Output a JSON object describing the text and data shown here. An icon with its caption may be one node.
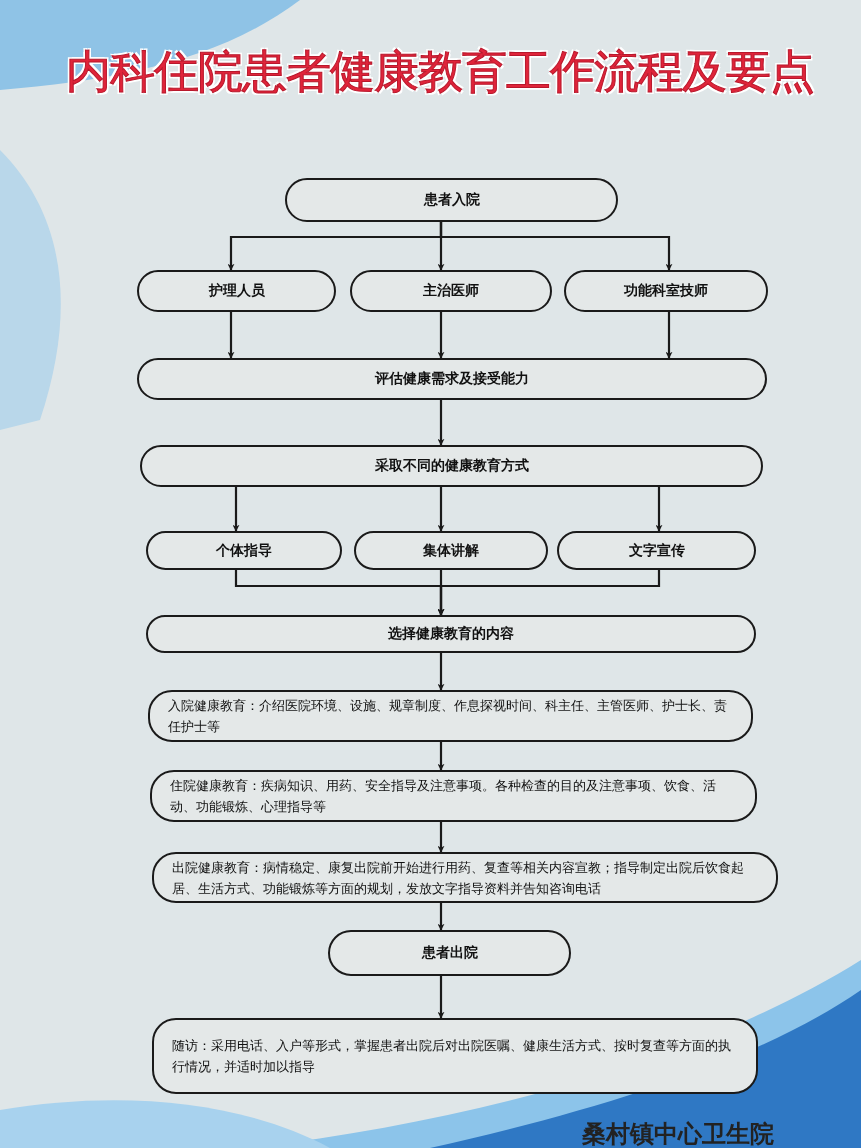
{
  "diagram": {
    "title": "内科住院患者健康教育工作流程及要点",
    "nodes": [
      {
        "text": [
          "患者入院"
        ]
      },
      {
        "text": [
          "护理人员"
        ]
      },
      {
        "text": [
          "主治医师"
        ]
      },
      {
        "text": [
          "功能科室技师"
        ]
      },
      {
        "text": [
          "评估健康需求及接受能力"
        ]
      },
      {
        "text": [
          "采取不同的健康教育方式"
        ]
      },
      {
        "text": [
          "个体指导"
        ]
      },
      {
        "text": [
          "集体讲解"
        ]
      },
      {
        "text": [
          "文字宣传"
        ]
      },
      {
        "text": [
          "选择健康教育的内容"
        ]
      },
      {
        "text": [
          "入院健康教育：介绍医院环境、设施、规章制度、作息探视时间、科主任、主管医师、护士长、责任护士等"
        ]
      },
      {
        "text": [
          "住院健康教育：疾病知识、用药、安全指导及注意事项。各种检查的目的及注意事项、饮食、活动、功能锻炼、心理指导等"
        ]
      },
      {
        "text": [
          "出院健康教育：病情稳定、康复出院前开始进行用药、复查等相关内容宣教；指导制定出院后饮食起居、生活方式、功能锻炼等方面的规划，发放文字指导资料并告知咨询电话"
        ]
      },
      {
        "text": [
          "患者出院"
        ]
      },
      {
        "text": [
          "随访：采用电话、入户等形式，掌握患者出院后对出院医嘱、健康生活方式、按时复查等方面的执行情况，并适时加以指导"
        ]
      }
    ],
    "edges": [
      {
        "from": 0,
        "to": 1,
        "arrow": "to"
      },
      {
        "from": 0,
        "to": 2,
        "arrow": "to"
      },
      {
        "from": 0,
        "to": 3,
        "arrow": "to"
      },
      {
        "from": 1,
        "to": 4,
        "arrow": "to"
      },
      {
        "from": 2,
        "to": 4,
        "arrow": "to"
      },
      {
        "from": 3,
        "to": 4,
        "arrow": "to"
      },
      {
        "from": 4,
        "to": 5,
        "arrow": "to"
      },
      {
        "from": 5,
        "to": 6,
        "arrow": "to"
      },
      {
        "from": 5,
        "to": 7,
        "arrow": "to"
      },
      {
        "from": 5,
        "to": 8,
        "arrow": "to"
      },
      {
        "from": 6,
        "to": 9,
        "arrow": "to"
      },
      {
        "from": 7,
        "to": 9,
        "arrow": "to"
      },
      {
        "from": 8,
        "to": 9,
        "arrow": "to"
      },
      {
        "from": 9,
        "to": 10,
        "arrow": "to"
      },
      {
        "from": 10,
        "to": 11,
        "arrow": "to"
      },
      {
        "from": 11,
        "to": 12,
        "arrow": "to"
      },
      {
        "from": 12,
        "to": 13,
        "arrow": "to"
      },
      {
        "from": 13,
        "to": 14,
        "arrow": "to"
      }
    ],
    "labels": [
      "桑村镇中心卫生院"
    ]
  }
}
